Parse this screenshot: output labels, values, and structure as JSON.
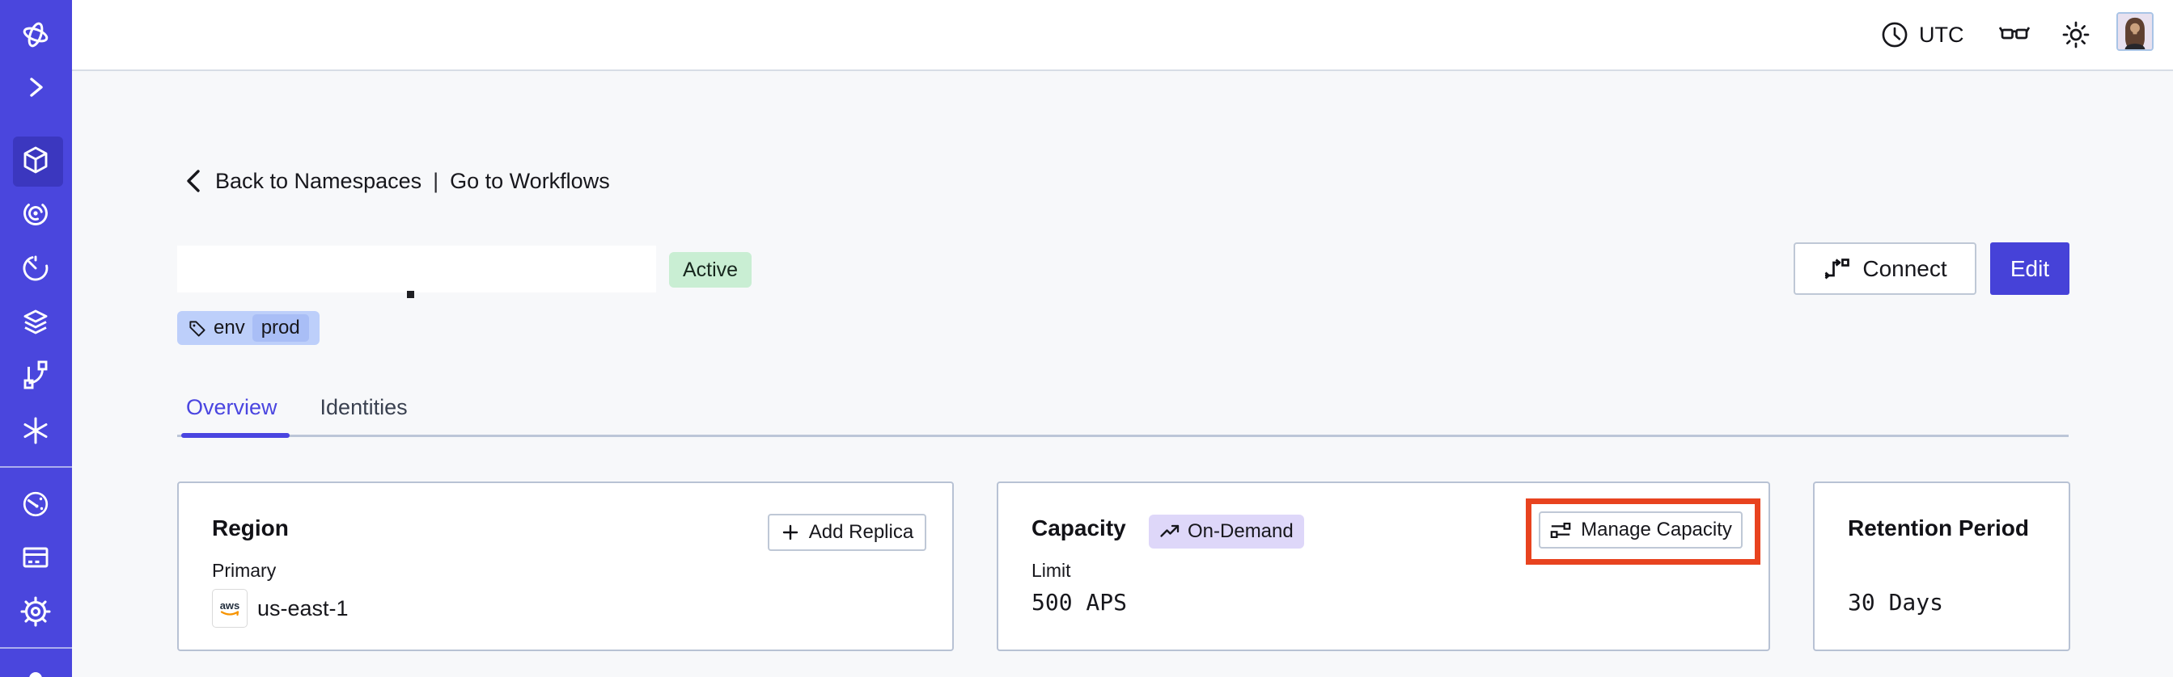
{
  "topbar": {
    "timezone_label": "UTC"
  },
  "sidebar": {
    "items": [
      {
        "icon": "temporal-logo"
      },
      {
        "icon": "chevron-right-icon"
      },
      {
        "icon": "cube-icon",
        "active": true
      },
      {
        "icon": "spiral-icon"
      },
      {
        "icon": "timer-icon"
      },
      {
        "icon": "layers-icon"
      },
      {
        "icon": "branch-icon"
      },
      {
        "icon": "asterisk-icon"
      },
      {
        "icon": "gauge-icon"
      },
      {
        "icon": "credit-card-icon"
      },
      {
        "icon": "gear-icon"
      },
      {
        "icon": "person-icon-partial"
      }
    ]
  },
  "header": {
    "back_label": "Back to Namespaces",
    "link_divider": "|",
    "workflows_label": "Go to Workflows",
    "status_badge": "Active",
    "tag_key": "env",
    "tag_value": "prod",
    "connect_button": "Connect",
    "edit_button": "Edit"
  },
  "tabs": [
    {
      "label": "Overview",
      "active": true
    },
    {
      "label": "Identities",
      "active": false
    }
  ],
  "cards": {
    "region": {
      "title": "Region",
      "action_button": "Add Replica",
      "field_label": "Primary",
      "provider_label": "aws",
      "value": "us-east-1"
    },
    "capacity": {
      "title": "Capacity",
      "badge": "On-Demand",
      "action_button": "Manage Capacity",
      "field_label": "Limit",
      "value": "500 APS",
      "annotated": true
    },
    "retention": {
      "title": "Retention Period",
      "value": "30 Days"
    }
  },
  "colors": {
    "sidebar": "#4a46dd",
    "sidebar_active": "#3b37bf",
    "accent": "#4642d8",
    "annotation_red": "#e8431f",
    "active_badge_bg": "#c9eed3",
    "tag_bg": "#bdcffa",
    "tag_chip_bg": "#a9bef6",
    "ondemand_bg": "#ded7f9",
    "page_bg": "#f7f8fa",
    "card_border": "#b8c2d4"
  }
}
